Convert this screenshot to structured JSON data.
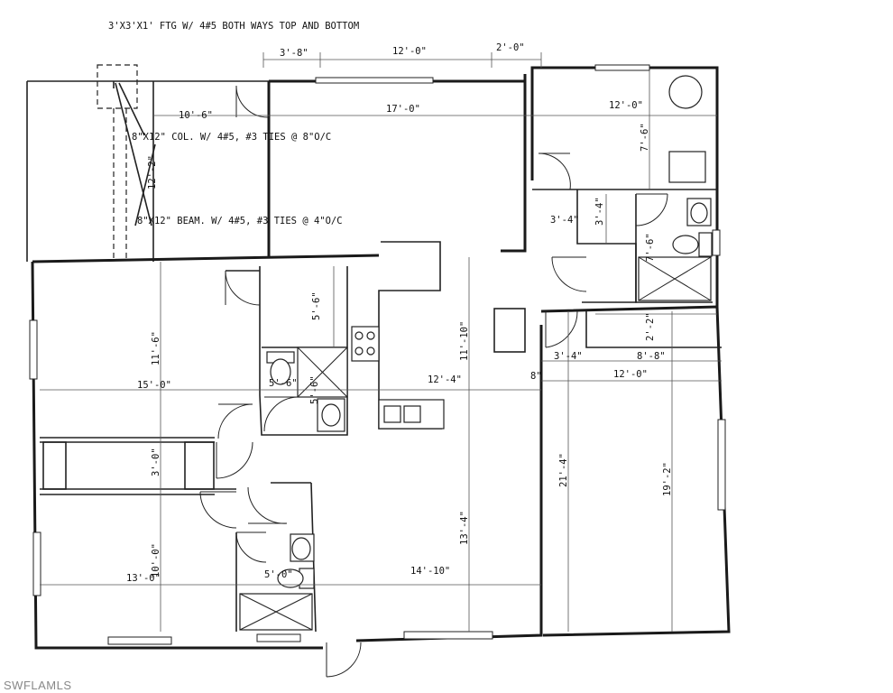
{
  "notes": {
    "footing": "3'X3'X1' FTG W/ 4#5 BOTH WAYS TOP AND BOTTOM",
    "column": "8\"X12\" COL. W/ 4#5, #3 TIES @ 8\"O/C",
    "beam": "8\"X12\" BEAM. W/ 4#5, #3 TIES @ 4\"O/C"
  },
  "dimensions": {
    "top_left_span": "3'-8\"",
    "top_mid_span": "12'-0\"",
    "top_right_span": "2'-0\"",
    "lanai_width": "10'-6\"",
    "lanai_depth": "12'-2\"",
    "living_width": "17'-0\"",
    "master_width": "12'-0\"",
    "master_depth": "7'-6\"",
    "walkin_width": "3'-4\"",
    "walkin_depth": "3'-4\"",
    "master_bath_depth": "7'-6\"",
    "closet_depth": "5'-6\"",
    "hall_bath_width": "5'-6\"",
    "hall_bath_depth": "5'-6\"",
    "bed2_depth": "11'-6\"",
    "bed2_width": "15'-0\"",
    "kitchen_depth": "11'-10\"",
    "kitchen_width": "12'-4\"",
    "laundry_depth": "2'-2\"",
    "laundry_width": "8'-8\"",
    "garage_entry_width": "3'-4\"",
    "garage_width": "12'-0\"",
    "garage_offset": "8\"",
    "garage_depth_outer": "21'-4\"",
    "garage_depth_inner": "19'-2\"",
    "linen_depth": "3'-0\"",
    "bed3_depth": "10'-0\"",
    "bed3_width": "13'-0\"",
    "bath3_width": "5'-0\"",
    "family_depth": "13'-4\"",
    "family_width": "14'-10\""
  },
  "watermark": "SWFLAMLS"
}
